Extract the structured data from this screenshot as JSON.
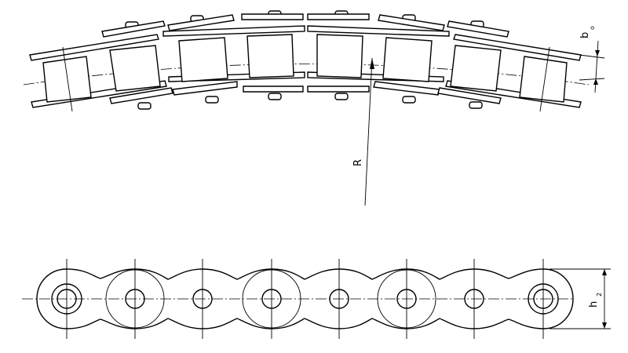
{
  "labels": {
    "radius": "R",
    "offset_main": "b",
    "offset_sub": "o",
    "height_main": "h",
    "height_sub": "2"
  }
}
